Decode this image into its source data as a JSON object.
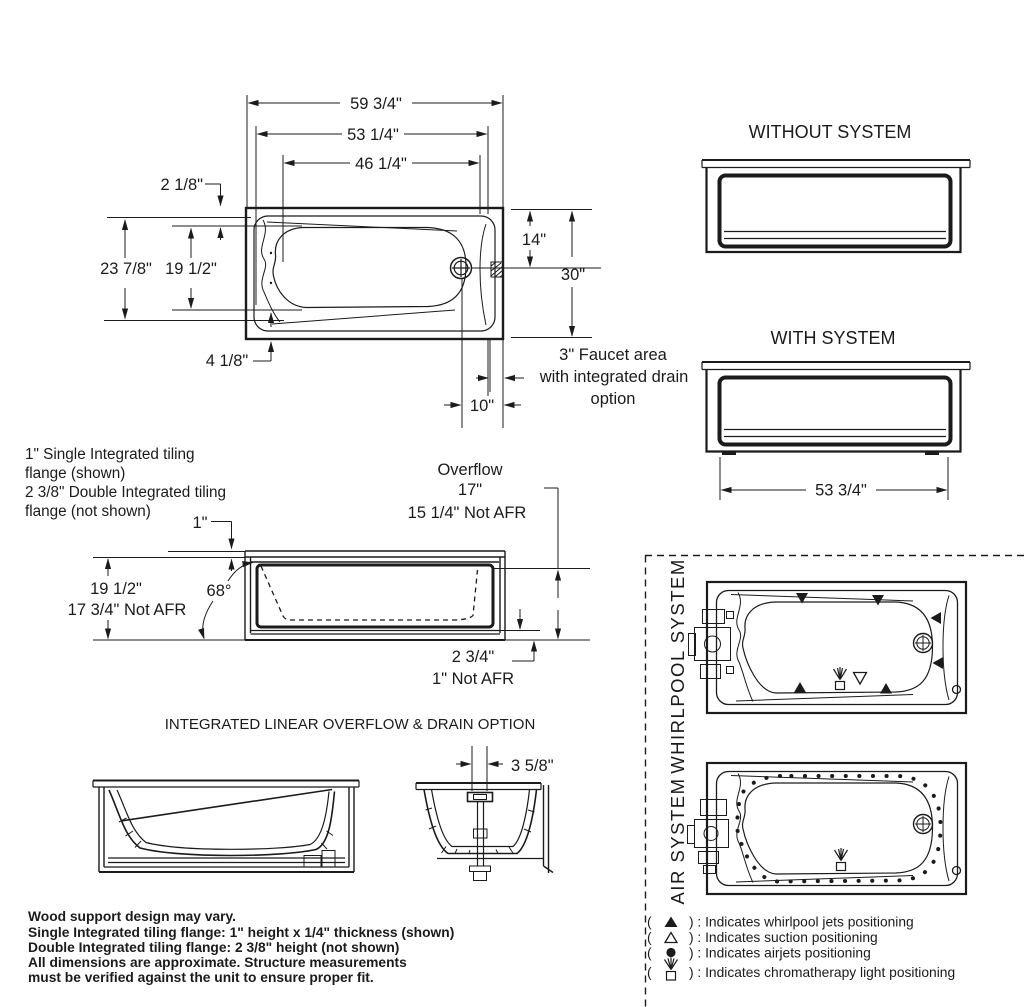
{
  "top_view": {
    "dim_59": "59 3/4\"",
    "dim_53": "53 1/4\"",
    "dim_46": "46 1/4\"",
    "dim_2_1_8": "2 1/8\"",
    "dim_23_7_8": "23 7/8\"",
    "dim_19_1_2": "19 1/2\"",
    "dim_4_1_8": "4 1/8\"",
    "dim_14": "14\"",
    "dim_30": "30\"",
    "dim_10": "10\"",
    "faucet_line1": "3\" Faucet area",
    "faucet_line2": "with integrated drain",
    "faucet_line3": "option"
  },
  "front_views": {
    "without_title": "WITHOUT SYSTEM",
    "with_title": "WITH SYSTEM",
    "dim_width": "53 3/4\""
  },
  "side_view": {
    "flange_note": [
      "1\" Single Integrated tiling",
      "flange (shown)",
      "2 3/8\" Double Integrated tiling",
      "flange (not shown)"
    ],
    "overflow_label": "Overflow",
    "dim_17": "17\"",
    "dim_15_1_4": "15 1/4\" Not AFR",
    "dim_1": "1\"",
    "dim_19_1_2": "19 1/2\"",
    "dim_17_3_4": "17 3/4\" Not AFR",
    "angle_68": "68°",
    "dim_2_3_4": "2 3/4\"",
    "dim_1_afr": "1\" Not AFR"
  },
  "drain_option": {
    "title": "INTEGRATED LINEAR OVERFLOW & DRAIN OPTION",
    "dim_3_5_8": "3 5/8\""
  },
  "systems": {
    "whirlpool_label": "WHIRLPOOL  SYSTEM",
    "air_label": "AIR SYSTEM",
    "legend": [
      {
        "open": "(",
        "text": ") : Indicates whirlpool jets positioning"
      },
      {
        "open": "(",
        "text": ") : Indicates suction positioning"
      },
      {
        "open": "(",
        "text": ") : Indicates airjets positioning"
      },
      {
        "open": "(",
        "text": ") : Indicates chromatherapy light positioning"
      }
    ]
  },
  "notes": {
    "line1": "Wood support design may vary.",
    "line2": "Single Integrated tiling flange: 1\" height x 1/4\" thickness (shown)",
    "line3": "Double Integrated tiling flange: 2 3/8\" height (not shown)",
    "line4": "All dimensions are approximate. Structure measurements",
    "line5": "must be verified against the unit to ensure proper fit."
  },
  "colors": {
    "ink": "#1b1b1b",
    "background": "#ffffff"
  }
}
